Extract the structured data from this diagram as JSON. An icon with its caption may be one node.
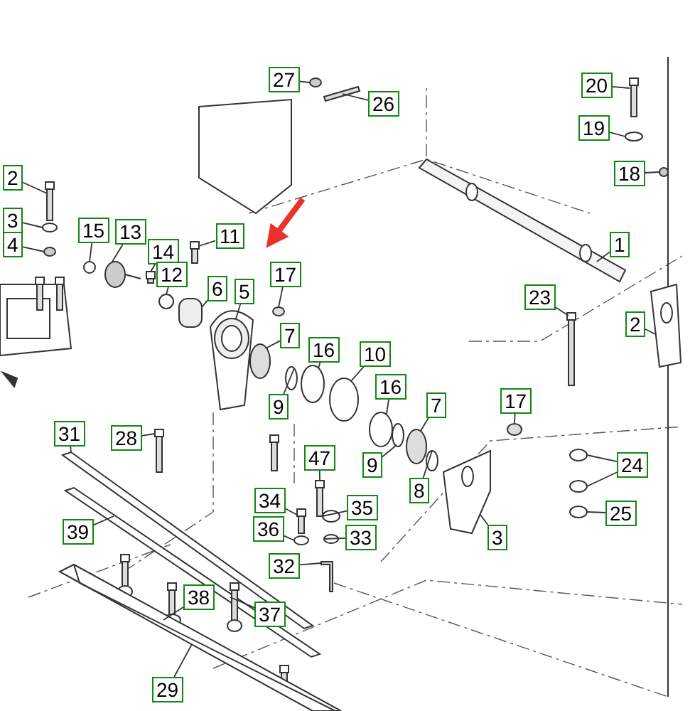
{
  "diagram": {
    "nodes": [
      {
        "text": [
          "27"
        ]
      },
      {
        "text": [
          "26"
        ]
      },
      {
        "text": [
          "20"
        ]
      },
      {
        "text": [
          "19"
        ]
      },
      {
        "text": [
          "18"
        ]
      },
      {
        "text": [
          "2"
        ]
      },
      {
        "text": [
          "3"
        ]
      },
      {
        "text": [
          "4"
        ]
      },
      {
        "text": [
          "15"
        ]
      },
      {
        "text": [
          "13"
        ]
      },
      {
        "text": [
          "14"
        ]
      },
      {
        "text": [
          "11"
        ]
      },
      {
        "text": [
          "12"
        ]
      },
      {
        "text": [
          "6"
        ]
      },
      {
        "text": [
          "5"
        ]
      },
      {
        "text": [
          "17"
        ]
      },
      {
        "text": [
          "1"
        ]
      },
      {
        "text": [
          "23"
        ]
      },
      {
        "text": [
          "2"
        ]
      },
      {
        "text": [
          "7"
        ]
      },
      {
        "text": [
          "16"
        ]
      },
      {
        "text": [
          "10"
        ]
      },
      {
        "text": [
          "9"
        ]
      },
      {
        "text": [
          "16"
        ]
      },
      {
        "text": [
          "7"
        ]
      },
      {
        "text": [
          "9"
        ]
      },
      {
        "text": [
          "8"
        ]
      },
      {
        "text": [
          "17"
        ]
      },
      {
        "text": [
          "24"
        ]
      },
      {
        "text": [
          "25"
        ]
      },
      {
        "text": [
          "3"
        ]
      },
      {
        "text": [
          "31"
        ]
      },
      {
        "text": [
          "28"
        ]
      },
      {
        "text": [
          "47"
        ]
      },
      {
        "text": [
          "39"
        ]
      },
      {
        "text": [
          "34"
        ]
      },
      {
        "text": [
          "35"
        ]
      },
      {
        "text": [
          "36"
        ]
      },
      {
        "text": [
          "33"
        ]
      },
      {
        "text": [
          "32"
        ]
      },
      {
        "text": [
          "38"
        ]
      },
      {
        "text": [
          "37"
        ]
      },
      {
        "text": [
          "29"
        ]
      },
      {
        "text": [],
        "shape": "circle"
      },
      {
        "text": [],
        "shape": "bar"
      },
      {
        "text": [],
        "shape": "bar"
      },
      {
        "text": [],
        "shape": "circle"
      },
      {
        "text": [],
        "shape": "circle"
      },
      {
        "text": [],
        "shape": "bar"
      },
      {
        "text": [],
        "shape": "circle"
      },
      {
        "text": [],
        "shape": "circle"
      },
      {
        "text": [],
        "shape": "circle"
      },
      {
        "text": [],
        "shape": "circle"
      },
      {
        "text": [],
        "shape": "bar"
      },
      {
        "text": [],
        "shape": "bar"
      },
      {
        "text": [],
        "shape": "circle"
      },
      {
        "text": [],
        "shape": "box"
      },
      {
        "text": [],
        "shape": "picture"
      },
      {
        "text": [],
        "shape": "circle"
      },
      {
        "text": [],
        "shape": "picture"
      },
      {
        "text": [],
        "shape": "bar"
      },
      {
        "text": [],
        "shape": "picture"
      },
      {
        "text": [],
        "shape": "circle"
      },
      {
        "text": [],
        "shape": "circle"
      },
      {
        "text": [],
        "shape": "circle"
      },
      {
        "text": [],
        "shape": "circle"
      },
      {
        "text": [],
        "shape": "circle"
      },
      {
        "text": [],
        "shape": "circle"
      },
      {
        "text": [],
        "shape": "circle"
      },
      {
        "text": [],
        "shape": "circle"
      },
      {
        "text": [],
        "shape": "circle"
      },
      {
        "text": [],
        "shape": "circle"
      },
      {
        "text": [],
        "shape": "circle"
      },
      {
        "text": [],
        "shape": "circle"
      },
      {
        "text": [],
        "shape": "picture"
      },
      {
        "text": [],
        "shape": "bar"
      },
      {
        "text": [],
        "shape": "bar"
      },
      {
        "text": [],
        "shape": "bar"
      },
      {
        "text": [],
        "shape": "bar"
      },
      {
        "text": [],
        "shape": "bar"
      },
      {
        "text": [],
        "shape": "circle"
      },
      {
        "text": [],
        "shape": "circle"
      },
      {
        "text": [],
        "shape": "circle"
      },
      {
        "text": [],
        "shape": "picture"
      },
      {
        "text": [],
        "shape": "picture"
      },
      {
        "text": [],
        "shape": "picture"
      },
      {
        "text": [],
        "shape": "picture"
      }
    ],
    "edges": [
      {
        "from": 0,
        "to": 43,
        "arrow": "none"
      },
      {
        "from": 1,
        "to": 44,
        "arrow": "none"
      },
      {
        "from": 2,
        "to": 45,
        "arrow": "none"
      },
      {
        "from": 3,
        "to": 46,
        "arrow": "none"
      },
      {
        "from": 4,
        "to": 47,
        "arrow": "none"
      },
      {
        "from": 5,
        "to": 48,
        "arrow": "none"
      },
      {
        "from": 6,
        "to": 49,
        "arrow": "none"
      },
      {
        "from": 7,
        "to": 50,
        "arrow": "none"
      },
      {
        "from": 8,
        "to": 51,
        "arrow": "none"
      },
      {
        "from": 9,
        "to": 52,
        "arrow": "none"
      },
      {
        "from": 10,
        "to": 53,
        "arrow": "none"
      },
      {
        "from": 11,
        "to": 54,
        "arrow": "none"
      },
      {
        "from": 12,
        "to": 55,
        "arrow": "none"
      },
      {
        "from": 13,
        "to": 56,
        "arrow": "none"
      },
      {
        "from": 14,
        "to": 57,
        "arrow": "none"
      },
      {
        "from": 15,
        "to": 58,
        "arrow": "none"
      },
      {
        "from": 16,
        "to": 59,
        "arrow": "none"
      },
      {
        "from": 17,
        "to": 60,
        "arrow": "none"
      },
      {
        "from": 18,
        "to": 61,
        "arrow": "none"
      },
      {
        "from": 19,
        "to": 62,
        "arrow": "none"
      },
      {
        "from": 20,
        "to": 63,
        "arrow": "none"
      },
      {
        "from": 21,
        "to": 64,
        "arrow": "none"
      },
      {
        "from": 22,
        "to": 65,
        "arrow": "none"
      },
      {
        "from": 23,
        "to": 66,
        "arrow": "none"
      },
      {
        "from": 24,
        "to": 67,
        "arrow": "none"
      },
      {
        "from": 25,
        "to": 68,
        "arrow": "none"
      },
      {
        "from": 26,
        "to": 69,
        "arrow": "none"
      },
      {
        "from": 27,
        "to": 70,
        "arrow": "none"
      },
      {
        "from": 28,
        "to": 71,
        "arrow": "none"
      },
      {
        "from": 28,
        "to": 72,
        "arrow": "none"
      },
      {
        "from": 29,
        "to": 73,
        "arrow": "none"
      },
      {
        "from": 30,
        "to": 74,
        "arrow": "none"
      },
      {
        "from": 31,
        "to": 75,
        "arrow": "none"
      },
      {
        "from": 32,
        "to": 76,
        "arrow": "none"
      },
      {
        "from": 33,
        "to": 77,
        "arrow": "none"
      },
      {
        "from": 34,
        "to": 78,
        "arrow": "none"
      },
      {
        "from": 35,
        "to": 79,
        "arrow": "none"
      },
      {
        "from": 36,
        "to": 80,
        "arrow": "none"
      },
      {
        "from": 37,
        "to": 81,
        "arrow": "none"
      },
      {
        "from": 38,
        "to": 82,
        "arrow": "none"
      },
      {
        "from": 39,
        "to": 83,
        "arrow": "none"
      },
      {
        "from": 40,
        "to": 84,
        "arrow": "none"
      },
      {
        "from": 41,
        "to": 85,
        "arrow": "none"
      },
      {
        "from": 42,
        "to": 86,
        "arrow": "none"
      }
    ]
  }
}
